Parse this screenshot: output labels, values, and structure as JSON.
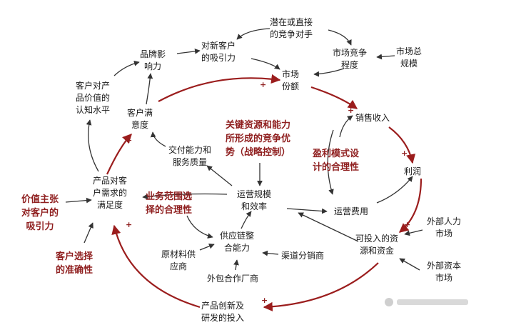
{
  "nodes": {
    "competitor": "潜在或直接\n的竞争对手",
    "attraction": "对新客户\n的吸引力",
    "market_total": "市场总\n规模",
    "brand": "品牌影\n响力",
    "competition": "市场竞争\n程度",
    "perception": "客户对产\n品价值的\n认知水平",
    "share": "市场\n份额",
    "satisfaction": "客户满\n意度",
    "sales": "销售收入",
    "delivery": "交付能力和\n服务质量",
    "profit": "利润",
    "needs": "产品对客\n户需求的\n满足度",
    "ops": "运营规模\n和效率",
    "cost": "运营费用",
    "hr": "外部人力\n市场",
    "supply": "供应链整\n合能力",
    "funds": "可投入的资\n源和资金",
    "raw": "原材料供\n应商",
    "channel": "渠道分销商",
    "capital": "外部资本\n市场",
    "outsource": "外包合作厂商",
    "rnd": "产品创新及\n研发的投入"
  },
  "red_labels": {
    "core": "关键资源和能力\n所形成的竞争优\n势（战略控制）",
    "profit_model": "盈利模式设\n计的合理性",
    "business_scope": "业务范围选\n择的合理性",
    "value": "价值主张\n对客户的\n吸引力",
    "customer_choice": "客户选择\n的准确性"
  },
  "plus_sign": "+",
  "colors": {
    "loop": "#9b1d1d",
    "line": "#333333",
    "label": "#8f1f1f"
  }
}
